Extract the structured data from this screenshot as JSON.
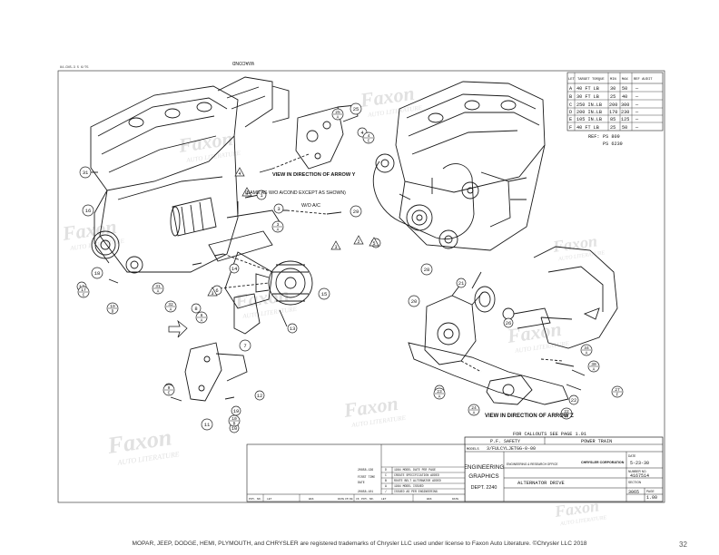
{
  "sheet": {
    "corner_code": "84-CNS-3 5 6/75",
    "footer": "MOPAR, JEEP, DODGE, HEMI, PLYMOUTH, and CHRYSLER are registered trademarks of Chrysler LLC used under license to Faxon Auto Literature. ©Chrysler LLC 2018",
    "page_number": "32"
  },
  "watermark": {
    "brand": "Faxon",
    "sub": "AUTO LITERATURE"
  },
  "torque_table": {
    "headers": [
      "LET",
      "TARGET TORQUE",
      "MIN",
      "MAX",
      "REF AUDIT"
    ],
    "rows": [
      [
        "A",
        "40 FT LB",
        "30",
        "50",
        "—"
      ],
      [
        "B",
        "30 FT LB",
        "25",
        "40",
        "—"
      ],
      [
        "C",
        "250 IN.LB",
        "200",
        "300",
        "—"
      ],
      [
        "D",
        "200 IN.LB",
        "170",
        "230",
        "—"
      ],
      [
        "E",
        "105 IN.LB",
        "85",
        "125",
        "—"
      ],
      [
        "F",
        "40 FT LB",
        "25",
        "50",
        "—"
      ]
    ],
    "ref_label": "REF:",
    "refs": [
      "PS 809",
      "PS 6239"
    ]
  },
  "annotations": {
    "view_y": "VIEW IN DIRECTION OF ARROW Y",
    "view_y_sub": "(SAME AS W/O A/COND EXCEPT AS SHOWN)",
    "wo_ac": "W/O A/C",
    "w_acond": "W/ACOND",
    "view_z": "VIEW IN DIRECTION OF ARROW Z"
  },
  "callout_circles": [
    "25",
    "4",
    "31",
    "16",
    "18",
    "17",
    "1",
    "3",
    "6",
    "15",
    "14",
    "13",
    "7",
    "2",
    "11",
    "19",
    "20",
    "21",
    "26",
    "28",
    "22",
    "23",
    "24",
    "8",
    "9",
    "10",
    "12",
    "5",
    "29"
  ],
  "callout_triangles": [
    "4",
    "3",
    "2",
    "5",
    "4",
    "3"
  ],
  "callout_fractions": [
    {
      "num": "25",
      "den": "A"
    },
    {
      "num": "4",
      "den": "C"
    },
    {
      "num": "3",
      "den": "A"
    },
    {
      "num": "17",
      "den": "C"
    },
    {
      "num": "19",
      "den": "D"
    },
    {
      "num": "8",
      "den": "A"
    },
    {
      "num": "9",
      "den": "C"
    },
    {
      "num": "10",
      "den": "B"
    },
    {
      "num": "31",
      "den": "A"
    },
    {
      "num": "30",
      "den": "A"
    },
    {
      "num": "23",
      "den": "A"
    },
    {
      "num": "24",
      "den": "A"
    },
    {
      "num": "27",
      "den": "F"
    },
    {
      "num": "32",
      "den": "A"
    },
    {
      "num": "34",
      "den": "A"
    },
    {
      "num": "22",
      "den": "A"
    }
  ],
  "title_block": {
    "callouts_note": "FOR CALLOUTS SEE PAGE 1.01",
    "pf_safety": "P.F. SAFETY",
    "power_train": "POWER TRAIN",
    "models_label": "MODELS",
    "models_value": "3/FULCYLJETGG-0-00",
    "dept_title_1": "ENGINEERING",
    "dept_title_2": "GRAPHICS",
    "dept_number": "DEPT. 2240",
    "office": "ENGINEERING & RESEARCH OFFICE",
    "brand": "CHRYSLER CORPORATION",
    "drawing_title": "ALTERNATOR DRIVE",
    "date_label": "DATE",
    "date_value": "5-23-30",
    "number_label": "NUMBER NO.",
    "number_value": "4167514",
    "section_label": "SECTION",
    "section_value": "3065",
    "page_label": "PAGE",
    "page_value": "1.00",
    "rev_rows": [
      [
        "1984 MODEL DATE PER PAGE",
        "D"
      ],
      [
        "CREATE SPECIFICATION ADDED",
        "C"
      ],
      [
        "ROUTE BELT ALTERNATOR ADDED",
        "B"
      ],
      [
        "1984 MODEL ISSUED",
        "A"
      ],
      [
        "ISSUED AS PER ENGINEERING",
        "/"
      ]
    ],
    "rev_left": [
      "20858-136",
      "FIRST TIME",
      "DATE",
      "20858-101"
    ],
    "bottom_labels": [
      "PCM. NO.",
      "LET",
      "WAS",
      "DATE",
      "CM",
      "DG",
      "CK",
      "PCM. NO.",
      "LET",
      "WAS",
      "DATE"
    ]
  }
}
